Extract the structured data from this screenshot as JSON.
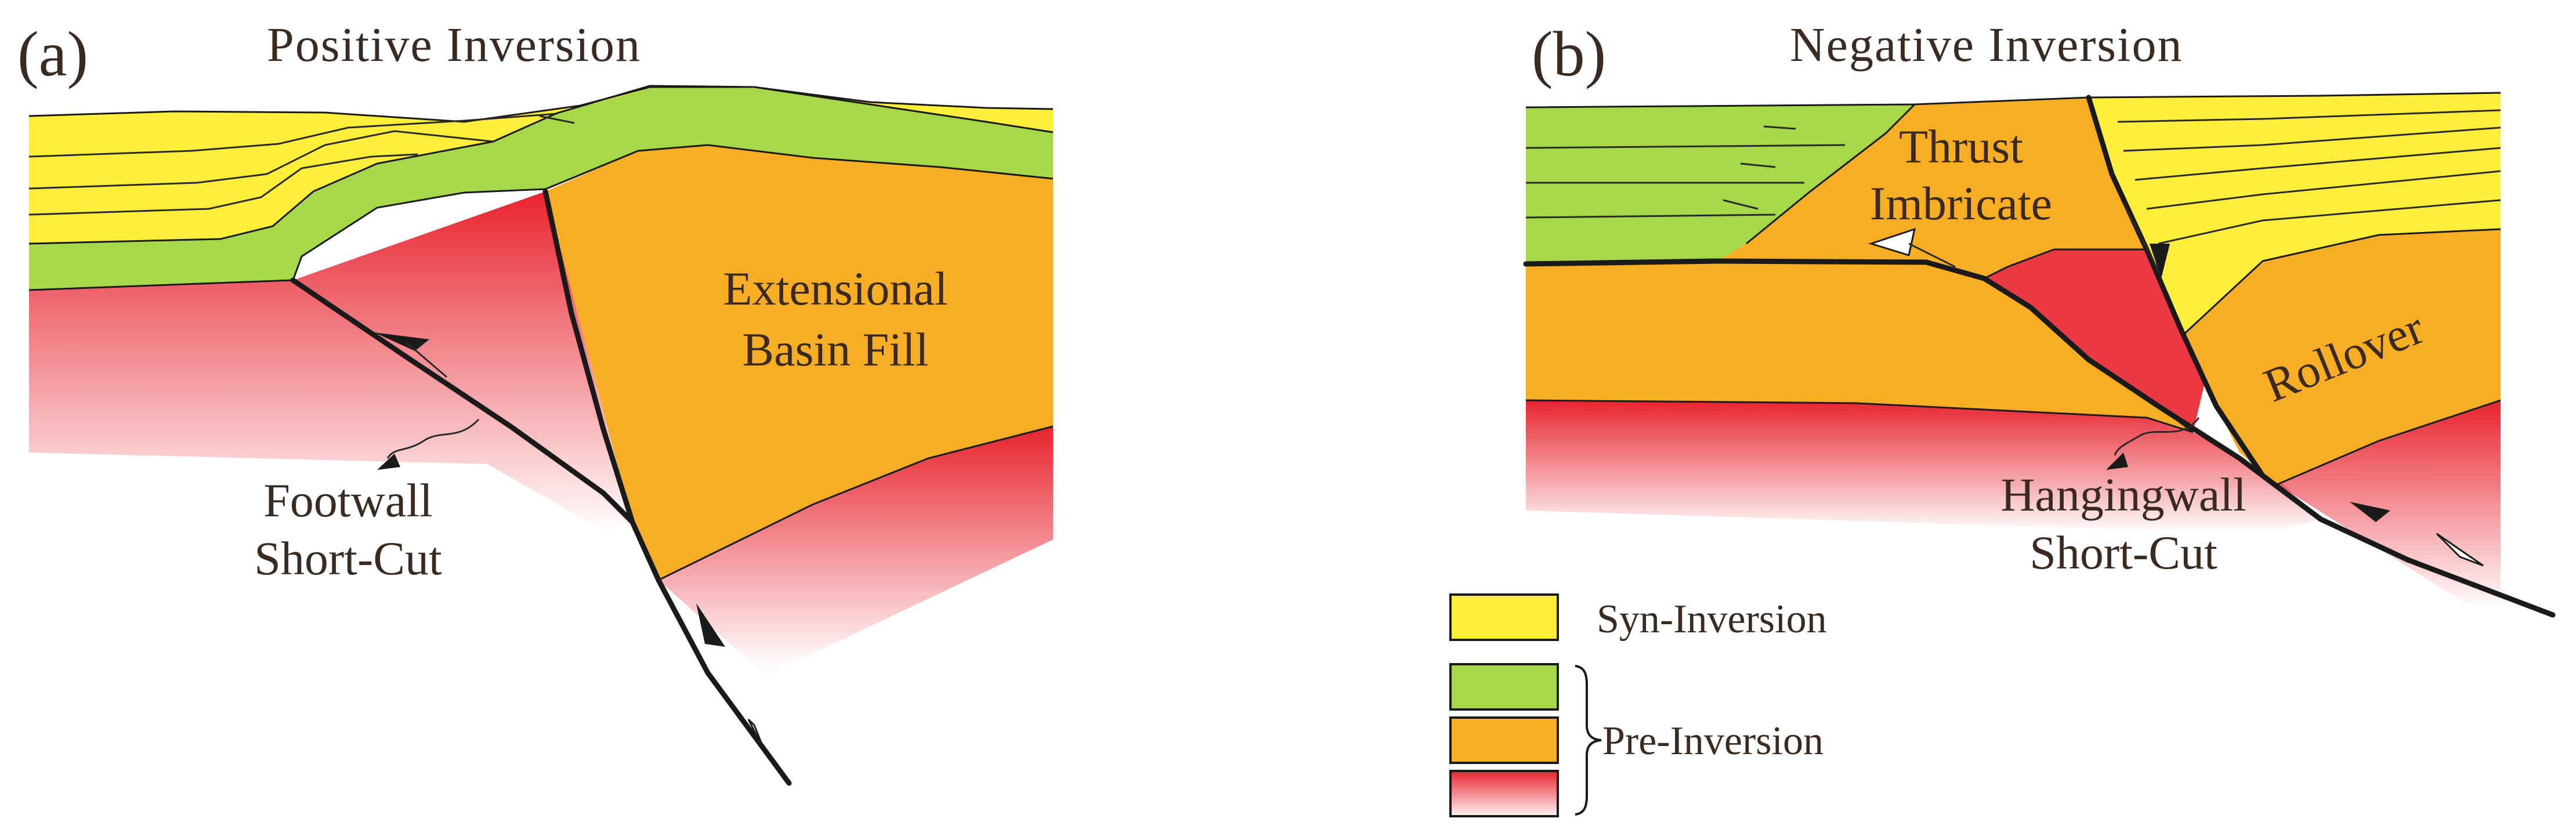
{
  "panel_a": {
    "letter": "(a)",
    "title": "Positive Inversion",
    "basin_label_line1": "Extensional",
    "basin_label_line2": "Basin Fill",
    "shortcut_label_line1": "Footwall",
    "shortcut_label_line2": "Short-Cut"
  },
  "panel_b": {
    "letter": "(b)",
    "title": "Negative Inversion",
    "thrust_label_line1": "Thrust",
    "thrust_label_line2": "Imbricate",
    "rollover_label": "Rollover",
    "shortcut_label_line1": "Hangingwall",
    "shortcut_label_line2": "Short-Cut"
  },
  "legend": {
    "syn_label": "Syn-Inversion",
    "pre_label": "Pre-Inversion"
  },
  "colors": {
    "yellow": "#FFEE3A",
    "green": "#A6D84A",
    "orange": "#F8AE24",
    "red": "#E8232E",
    "ink": "#1a1a1a"
  }
}
